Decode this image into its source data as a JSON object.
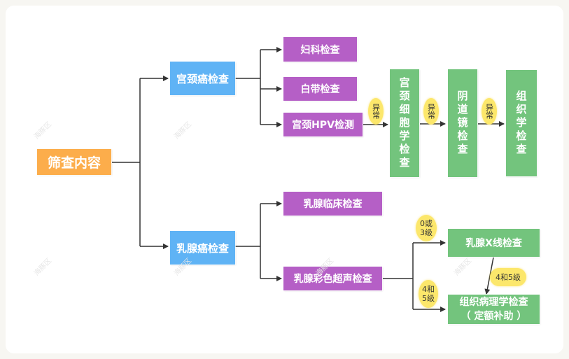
{
  "diagram": {
    "title": "筛查内容",
    "colors": {
      "root": "#fcad4b",
      "category": "#5fb3f5",
      "exam": "#b55fc6",
      "followup": "#73c47d",
      "condition_badge": "#fce76b",
      "connector": "#333333"
    },
    "root": {
      "label": "筛查内容"
    },
    "categories": [
      {
        "label": "宫颈癌检查"
      },
      {
        "label": "乳腺癌检查"
      }
    ],
    "cervical_exams": [
      {
        "label": "妇科检查"
      },
      {
        "label": "白带检查"
      },
      {
        "label": "宫颈HPV检测"
      }
    ],
    "cervical_followups": [
      {
        "label": "宫颈细胞学检查"
      },
      {
        "label": "阴道镜检查"
      },
      {
        "label": "组织学检查"
      }
    ],
    "cervical_conditions": [
      "异常",
      "异常",
      "异常"
    ],
    "breast_exams": [
      {
        "label": "乳腺临床检查"
      },
      {
        "label": "乳腺彩色超声检查"
      }
    ],
    "breast_followups": [
      {
        "label": "乳腺X线检查"
      },
      {
        "line1": "组织病理学检查",
        "line2": "（ 定额补助 ）"
      }
    ],
    "breast_conditions": {
      "to_xray": "0或3级",
      "to_pathology": "4和5级",
      "xray_to_pathology": "4和5级"
    },
    "watermark_text": "海豚区"
  }
}
